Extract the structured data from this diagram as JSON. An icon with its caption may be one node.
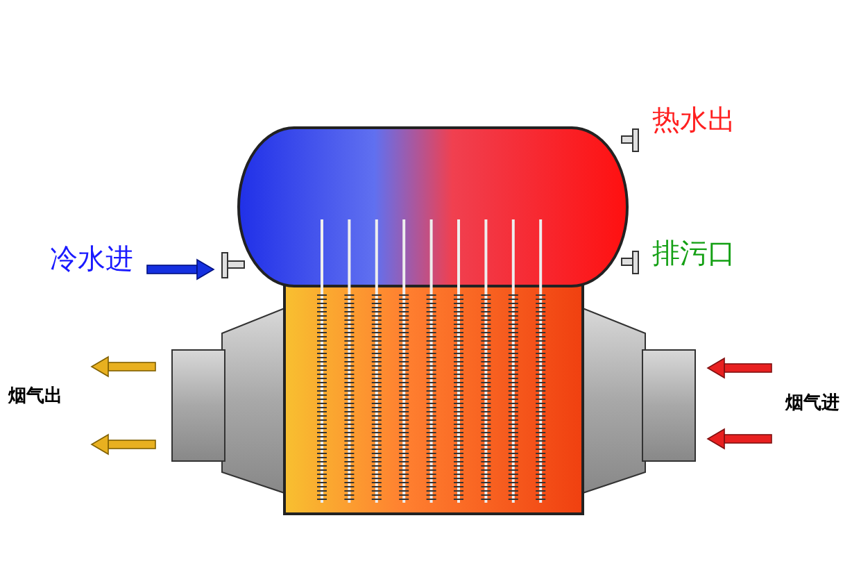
{
  "diagram": {
    "labels": [
      "热水出",
      "冷水进",
      "排污口",
      "烟气出",
      "烟气进"
    ]
  }
}
